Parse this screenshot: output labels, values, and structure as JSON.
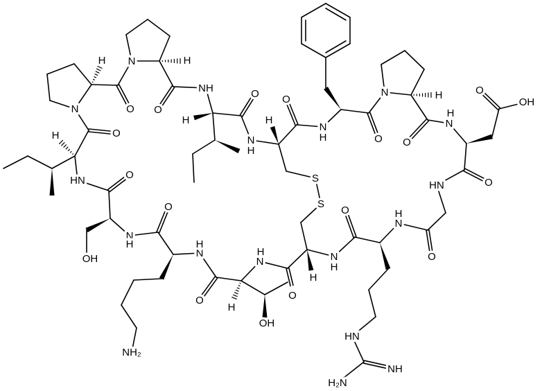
{
  "structure": {
    "bond_color": "#000000",
    "atoms": [
      "N",
      "H",
      "O",
      "NH",
      "N",
      "H",
      "O",
      "O",
      "H",
      "HN",
      "O",
      "H",
      "O",
      "N",
      "H",
      "H",
      "O",
      "N",
      "H",
      "O",
      "N",
      "H",
      "O",
      "N",
      "H",
      "O",
      "OH",
      "O",
      "HN",
      "S",
      "S",
      "O",
      "N",
      "H",
      "O",
      "N",
      "H",
      "H",
      "O",
      "OH",
      "H",
      "N",
      "H",
      "O",
      "N",
      "H",
      "O",
      "N",
      "H",
      "OH",
      "NH₂",
      "HN",
      "NH",
      "H₂N"
    ]
  }
}
